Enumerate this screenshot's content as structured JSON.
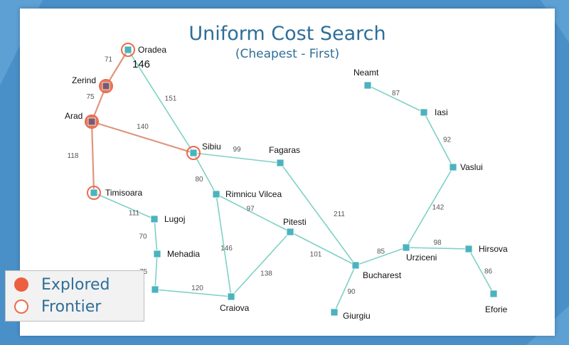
{
  "title": "Uniform Cost Search",
  "subtitle": "(Cheapest - First)",
  "cost_annotation": "146",
  "colors": {
    "frontier": "#ec6b4a",
    "explored": "#ec5f3f",
    "node": "#4bb3be",
    "edge": "#7fd1c4",
    "title": "#2e6e98"
  },
  "cities": [
    {
      "id": "oradea",
      "name": "Oradea",
      "status": "frontier"
    },
    {
      "id": "zerind",
      "name": "Zerind",
      "status": "explored"
    },
    {
      "id": "arad",
      "name": "Arad",
      "status": "explored"
    },
    {
      "id": "sibiu",
      "name": "Sibiu",
      "status": "frontier"
    },
    {
      "id": "timisoara",
      "name": "Timisoara",
      "status": "frontier"
    },
    {
      "id": "fagaras",
      "name": "Fagaras",
      "status": "unvisited"
    },
    {
      "id": "rimnicu",
      "name": "Rimnicu Vilcea",
      "status": "unvisited"
    },
    {
      "id": "lugoj",
      "name": "Lugoj",
      "status": "unvisited"
    },
    {
      "id": "mehadia",
      "name": "Mehadia",
      "status": "unvisited"
    },
    {
      "id": "drobeta",
      "name": "",
      "status": "unvisited"
    },
    {
      "id": "craiova",
      "name": "Craiova",
      "status": "unvisited"
    },
    {
      "id": "pitesti",
      "name": "Pitesti",
      "status": "unvisited"
    },
    {
      "id": "bucharest",
      "name": "Bucharest",
      "status": "unvisited"
    },
    {
      "id": "giurgiu",
      "name": "Giurgiu",
      "status": "unvisited"
    },
    {
      "id": "urziceni",
      "name": "Urziceni",
      "status": "unvisited"
    },
    {
      "id": "hirsova",
      "name": "Hirsova",
      "status": "unvisited"
    },
    {
      "id": "eforie",
      "name": "Eforie",
      "status": "unvisited"
    },
    {
      "id": "vaslui",
      "name": "Vaslui",
      "status": "unvisited"
    },
    {
      "id": "iasi",
      "name": "Iasi",
      "status": "unvisited"
    },
    {
      "id": "neamt",
      "name": "Neamt",
      "status": "unvisited"
    }
  ],
  "roads": [
    {
      "from": "oradea",
      "to": "zerind",
      "cost": "71",
      "highlight": true
    },
    {
      "from": "zerind",
      "to": "arad",
      "cost": "75",
      "highlight": true
    },
    {
      "from": "oradea",
      "to": "sibiu",
      "cost": "151",
      "highlight": false
    },
    {
      "from": "arad",
      "to": "sibiu",
      "cost": "140",
      "highlight": true
    },
    {
      "from": "arad",
      "to": "timisoara",
      "cost": "118",
      "highlight": true
    },
    {
      "from": "sibiu",
      "to": "fagaras",
      "cost": "99",
      "highlight": false
    },
    {
      "from": "sibiu",
      "to": "rimnicu",
      "cost": "80",
      "highlight": false
    },
    {
      "from": "timisoara",
      "to": "lugoj",
      "cost": "111",
      "highlight": false
    },
    {
      "from": "lugoj",
      "to": "mehadia",
      "cost": "70",
      "highlight": false
    },
    {
      "from": "mehadia",
      "to": "drobeta",
      "cost": "75",
      "highlight": false
    },
    {
      "from": "drobeta",
      "to": "craiova",
      "cost": "120",
      "highlight": false
    },
    {
      "from": "rimnicu",
      "to": "pitesti",
      "cost": "97",
      "highlight": false
    },
    {
      "from": "rimnicu",
      "to": "craiova",
      "cost": "146",
      "highlight": false
    },
    {
      "from": "pitesti",
      "to": "craiova",
      "cost": "138",
      "highlight": false
    },
    {
      "from": "pitesti",
      "to": "bucharest",
      "cost": "101",
      "highlight": false
    },
    {
      "from": "fagaras",
      "to": "bucharest",
      "cost": "211",
      "highlight": false
    },
    {
      "from": "bucharest",
      "to": "giurgiu",
      "cost": "90",
      "highlight": false
    },
    {
      "from": "bucharest",
      "to": "urziceni",
      "cost": "85",
      "highlight": false
    },
    {
      "from": "urziceni",
      "to": "hirsova",
      "cost": "98",
      "highlight": false
    },
    {
      "from": "hirsova",
      "to": "eforie",
      "cost": "86",
      "highlight": false
    },
    {
      "from": "urziceni",
      "to": "vaslui",
      "cost": "142",
      "highlight": false
    },
    {
      "from": "vaslui",
      "to": "iasi",
      "cost": "92",
      "highlight": false
    },
    {
      "from": "iasi",
      "to": "neamt",
      "cost": "87",
      "highlight": false
    }
  ],
  "legend": {
    "explored_label": "Explored",
    "frontier_label": "Frontier"
  }
}
